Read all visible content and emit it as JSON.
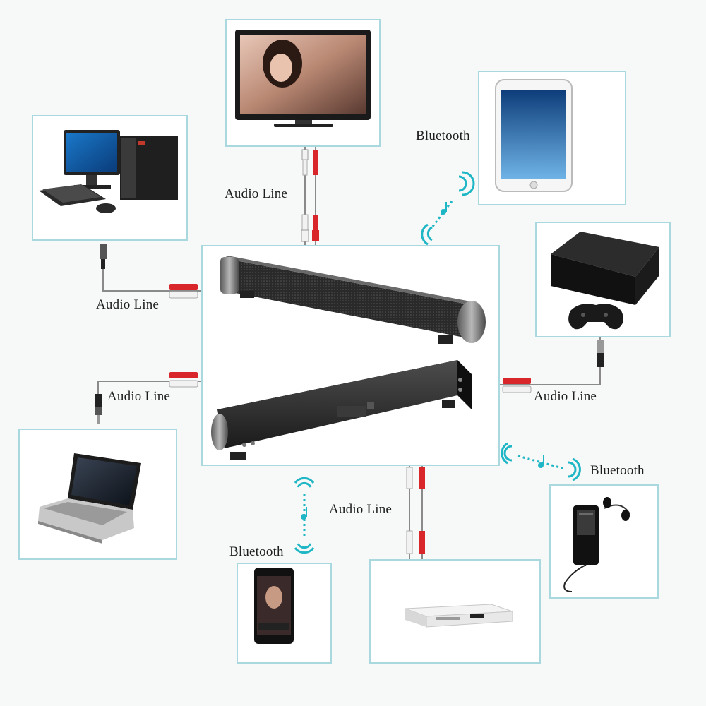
{
  "labels": {
    "audio_line_tv": "Audio Line",
    "audio_line_pc": "Audio Line",
    "audio_line_laptop": "Audio Line",
    "audio_line_console": "Audio Line",
    "audio_line_dvd": "Audio Line",
    "bluetooth_tablet": "Bluetooth",
    "bluetooth_player": "Bluetooth",
    "bluetooth_phone": "Bluetooth"
  },
  "colors": {
    "box_border": "#a9d8df",
    "wire": "#8a8a8a",
    "bluetooth_wave": "#1fb6c6",
    "rca_red": "#d8262b",
    "rca_white": "#f2f2f2"
  }
}
